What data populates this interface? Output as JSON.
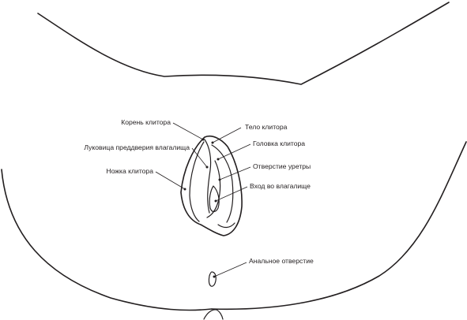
{
  "labels": {
    "clitoris_root": "Корень клитора",
    "clitoris_body": "Тело клитора",
    "vestibular_bulb": "Луковица преддверия влагалища",
    "glans_clitoris": "Головка клитора",
    "clitoris_crus": "Ножка клитора",
    "urethral_opening": "Отверстие уретры",
    "vaginal_opening": "Вход во влагалище",
    "anal_opening": "Анальное отверстие"
  }
}
